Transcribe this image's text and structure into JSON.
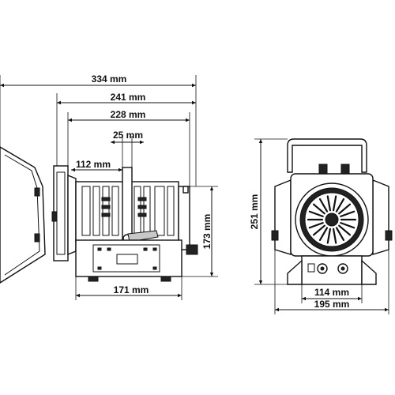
{
  "dimensions": {
    "total_length": "334 mm",
    "housing_length": "241 mm",
    "body_length": "228 mm",
    "yoke_width": "25 mm",
    "yoke_offset": "112 mm",
    "height_body": "173 mm",
    "base_length": "171 mm",
    "total_height": "251 mm",
    "base_width": "114 mm",
    "total_width": "195 mm"
  },
  "colors": {
    "line": "#111111",
    "fill": "#ffffff",
    "lens_shadow": "#222222"
  },
  "icons": {
    "connectors": "xlr-connector-icon",
    "lens": "fresnel-lens-icon"
  }
}
